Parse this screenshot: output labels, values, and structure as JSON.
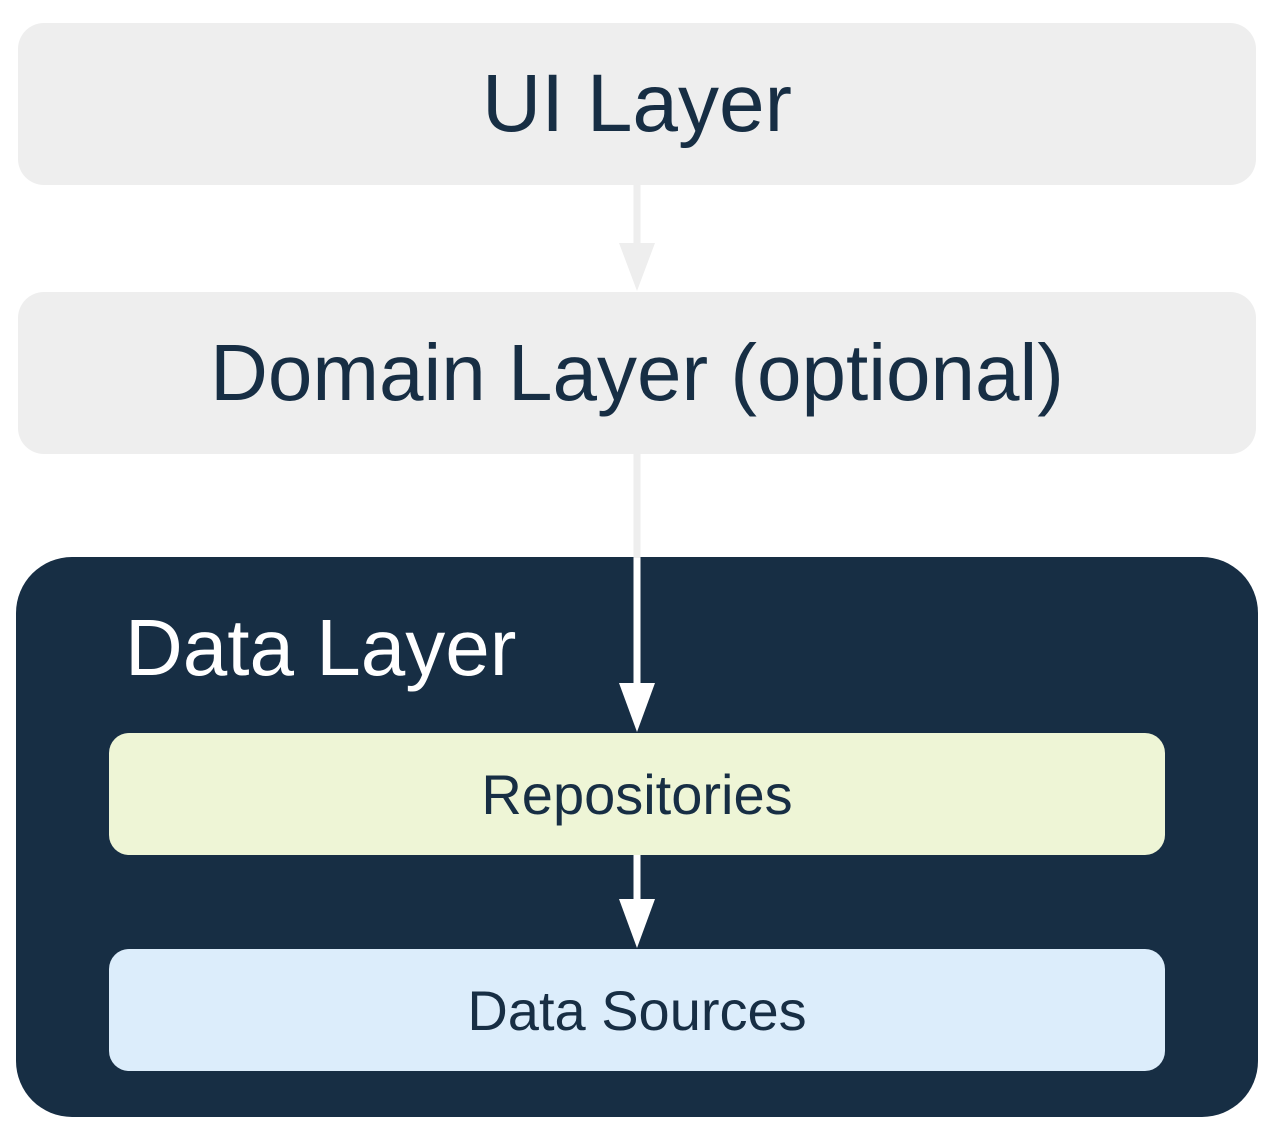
{
  "layers": {
    "ui": "UI Layer",
    "domain": "Domain Layer (optional)",
    "data": {
      "title": "Data Layer",
      "repositories": "Repositories",
      "data_sources": "Data Sources"
    }
  },
  "colors": {
    "light_layer_bg": "#eeeeee",
    "dark_navy": "#172e44",
    "repositories_bg": "#eef5d6",
    "data_sources_bg": "#dcedfb",
    "arrow_light": "#eeeeee",
    "arrow_white": "#ffffff"
  }
}
